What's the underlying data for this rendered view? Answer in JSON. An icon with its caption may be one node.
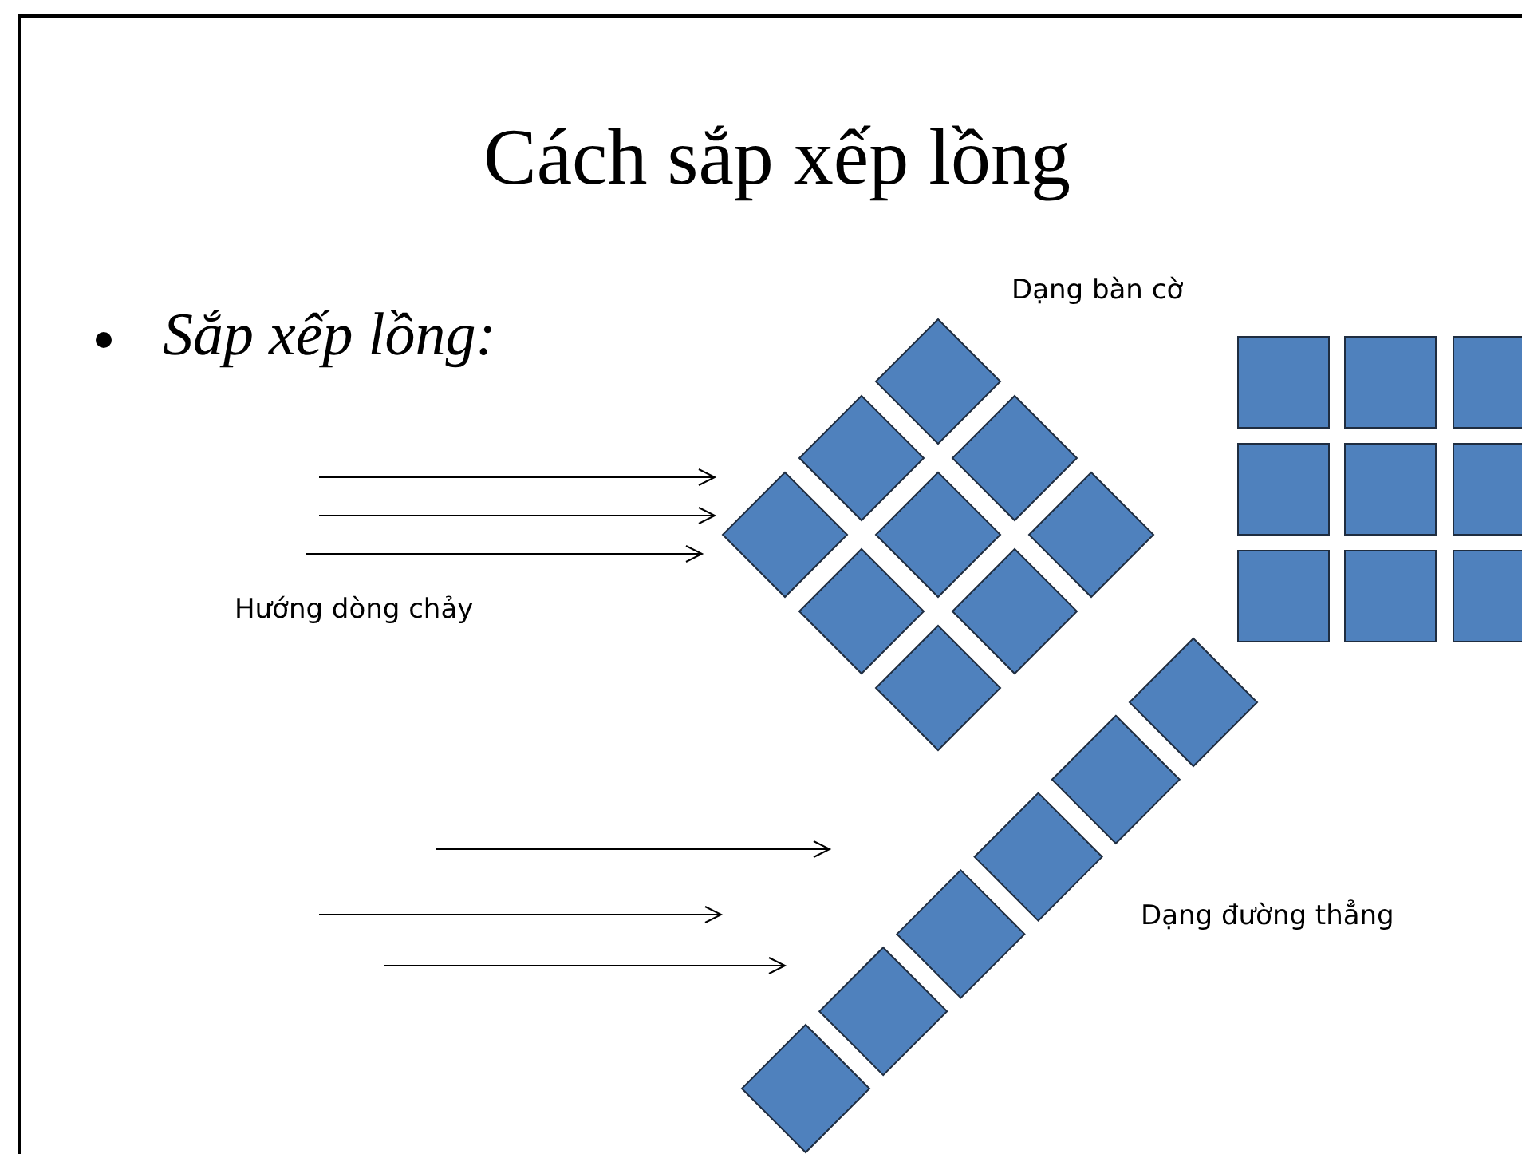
{
  "diagram": {
    "title": "Cách sắp xếp lồng",
    "labels": [
      "Sắp xếp lồng:",
      "Dạng bàn cờ",
      "Hướng dòng chảy",
      "Dạng đường thẳng"
    ]
  }
}
